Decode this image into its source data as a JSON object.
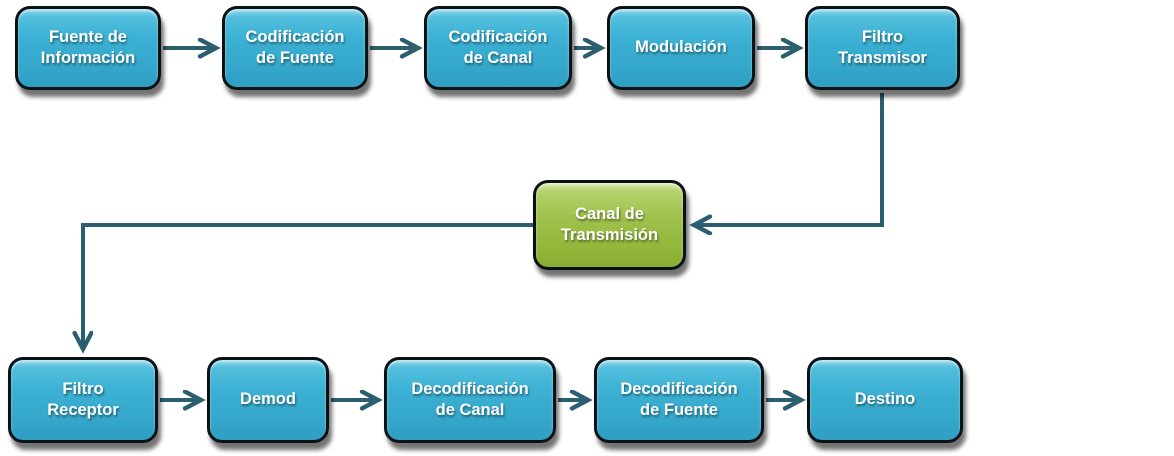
{
  "diagram": {
    "description": "Block diagram of a digital communication system (Spanish labels)",
    "nodes": [
      {
        "id": "fuente-informacion",
        "label": "Fuente de\nInformación",
        "color_type": "blue"
      },
      {
        "id": "codificacion-fuente",
        "label": "Codificación\nde Fuente",
        "color_type": "blue"
      },
      {
        "id": "codificacion-canal",
        "label": "Codificación\nde Canal",
        "color_type": "blue"
      },
      {
        "id": "modulacion",
        "label": "Modulación",
        "color_type": "blue"
      },
      {
        "id": "filtro-transmisor",
        "label": "Filtro\nTransmisor",
        "color_type": "blue"
      },
      {
        "id": "canal-transmision",
        "label": "Canal de\nTransmisión",
        "color_type": "green"
      },
      {
        "id": "filtro-receptor",
        "label": "Filtro\nReceptor",
        "color_type": "blue"
      },
      {
        "id": "demod",
        "label": "Demod",
        "color_type": "blue"
      },
      {
        "id": "decodificacion-canal",
        "label": "Decodificación\nde Canal",
        "color_type": "blue"
      },
      {
        "id": "decodificacion-fuente",
        "label": "Decodificación\nde Fuente",
        "color_type": "blue"
      },
      {
        "id": "destino",
        "label": "Destino",
        "color_type": "blue"
      }
    ],
    "edges": [
      {
        "from": "fuente-informacion",
        "to": "codificacion-fuente"
      },
      {
        "from": "codificacion-fuente",
        "to": "codificacion-canal"
      },
      {
        "from": "codificacion-canal",
        "to": "modulacion"
      },
      {
        "from": "modulacion",
        "to": "filtro-transmisor"
      },
      {
        "from": "filtro-transmisor",
        "to": "canal-transmision"
      },
      {
        "from": "canal-transmision",
        "to": "filtro-receptor"
      },
      {
        "from": "filtro-receptor",
        "to": "demod"
      },
      {
        "from": "demod",
        "to": "decodificacion-canal"
      },
      {
        "from": "decodificacion-canal",
        "to": "decodificacion-fuente"
      },
      {
        "from": "decodificacion-fuente",
        "to": "destino"
      }
    ],
    "colors": {
      "node_blue": "#3db2d5",
      "node_green": "#a0c24d",
      "node_border": "#0b1216",
      "connector": "#2b5f70",
      "text": "#ffffff",
      "background": "#ffffff"
    }
  }
}
